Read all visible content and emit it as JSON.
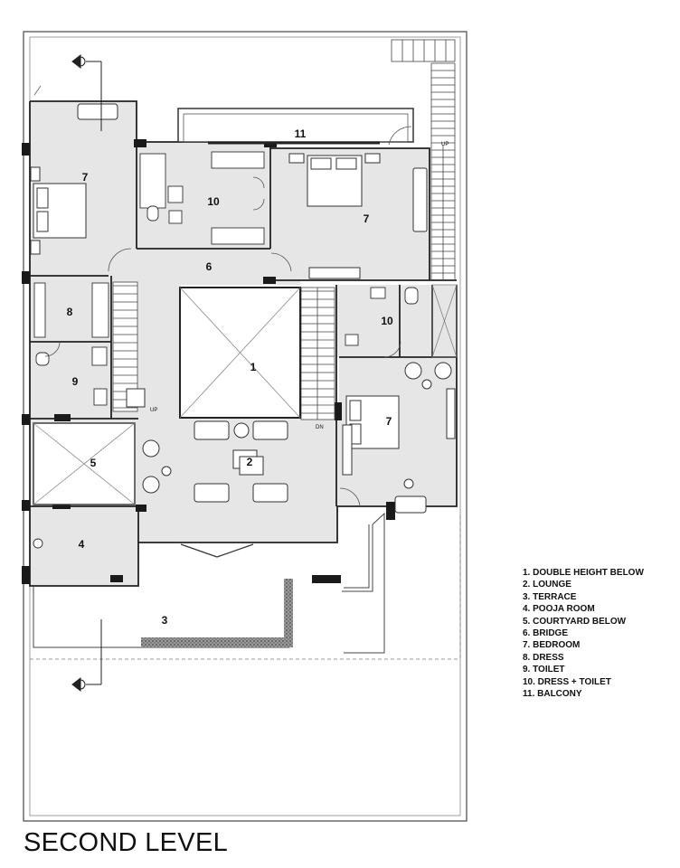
{
  "title": "SECOND LEVEL",
  "colors": {
    "floor": "#e6e6e6",
    "wall": "#1a1a1a",
    "hedge": "#7a7a7a",
    "line": "#555555"
  },
  "rooms": [
    {
      "id": "double-height-below",
      "number": "1"
    },
    {
      "id": "lounge",
      "number": "2"
    },
    {
      "id": "terrace",
      "number": "3"
    },
    {
      "id": "pooja-room",
      "number": "4"
    },
    {
      "id": "courtyard-below",
      "number": "5"
    },
    {
      "id": "bridge",
      "number": "6"
    },
    {
      "id": "bedroom-left",
      "number": "7"
    },
    {
      "id": "bedroom-top",
      "number": "7"
    },
    {
      "id": "bedroom-right",
      "number": "7"
    },
    {
      "id": "dress",
      "number": "8"
    },
    {
      "id": "toilet",
      "number": "9"
    },
    {
      "id": "dress-toilet-top",
      "number": "10"
    },
    {
      "id": "dress-toilet-right",
      "number": "10"
    },
    {
      "id": "balcony",
      "number": "11"
    }
  ],
  "stair_labels": {
    "up_1": "UP",
    "up_2": "UP",
    "dn": "DN"
  },
  "legend": [
    "1. DOUBLE HEIGHT BELOW",
    "2. LOUNGE",
    "3. TERRACE",
    "4. POOJA ROOM",
    "5. COURTYARD BELOW",
    "6. BRIDGE",
    "7. BEDROOM",
    "8. DRESS",
    "9. TOILET",
    "10. DRESS + TOILET",
    "11. BALCONY"
  ]
}
